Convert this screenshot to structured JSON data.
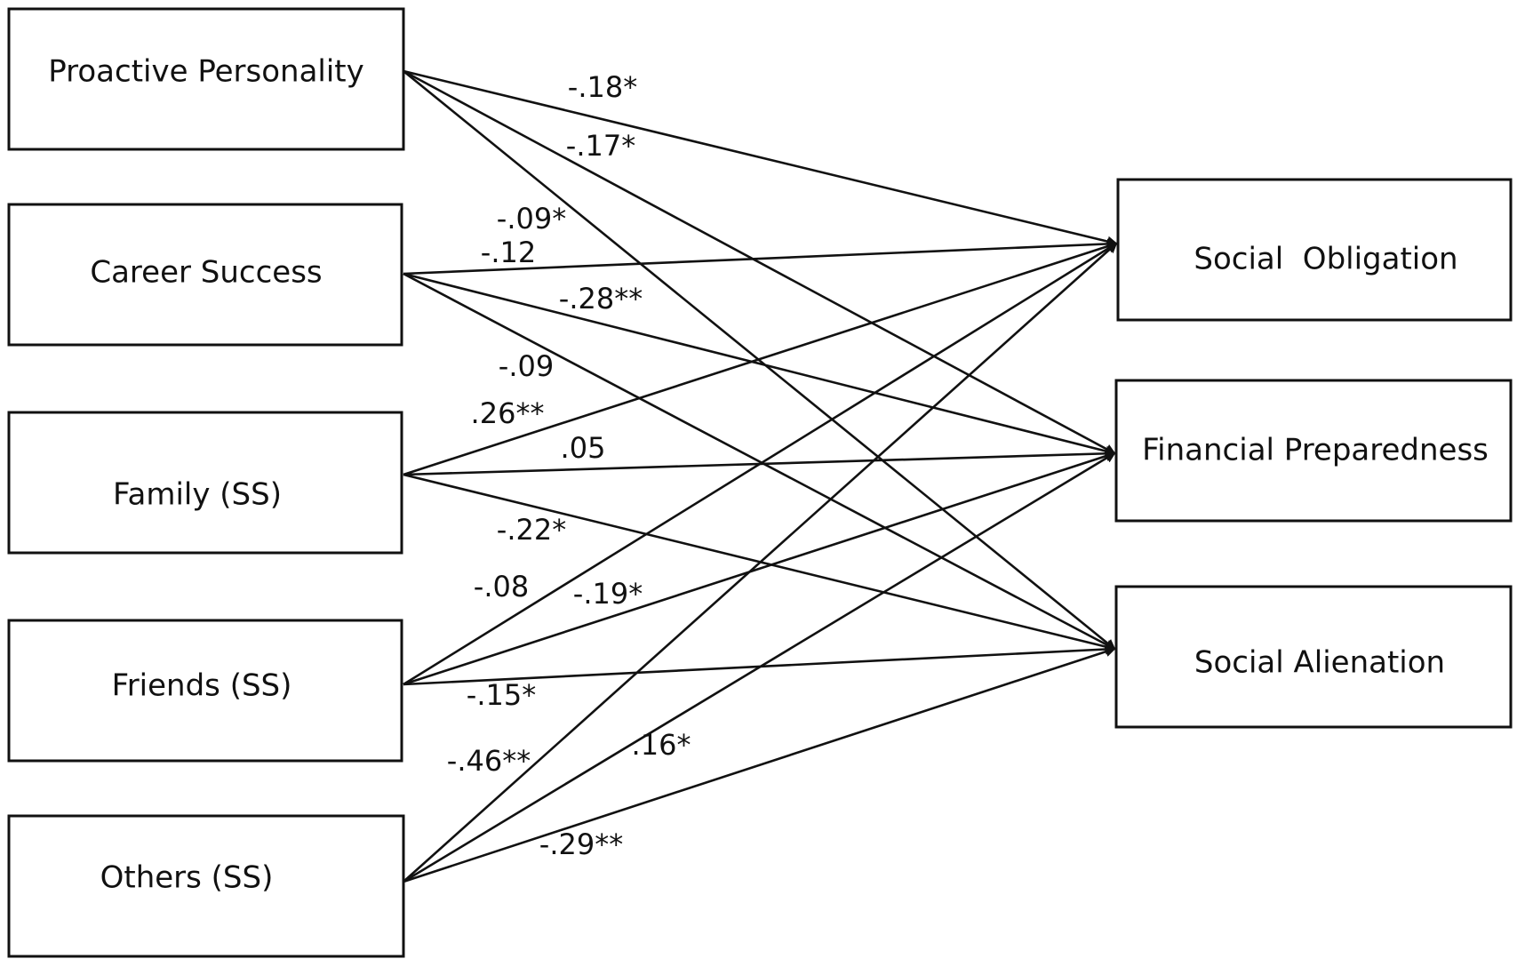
{
  "diagram": {
    "predictors": [
      {
        "id": "pp",
        "label": "Proactive Personality"
      },
      {
        "id": "cs",
        "label": "Career Success"
      },
      {
        "id": "fam",
        "label": "Family (SS)"
      },
      {
        "id": "fr",
        "label": "Friends (SS)"
      },
      {
        "id": "oth",
        "label": "Others (SS)"
      }
    ],
    "outcomes": [
      {
        "id": "so",
        "label": "Social  Obligation"
      },
      {
        "id": "fp",
        "label": "Financial Preparedness"
      },
      {
        "id": "sa",
        "label": "Social Alienation"
      }
    ],
    "paths": [
      {
        "from": "pp",
        "to": "so",
        "coef": "-.18*"
      },
      {
        "from": "pp",
        "to": "fp",
        "coef": "-.17*"
      },
      {
        "from": "pp",
        "to": "sa",
        "coef": "-.09*"
      },
      {
        "from": "cs",
        "to": "so",
        "coef": "-.12"
      },
      {
        "from": "cs",
        "to": "fp",
        "coef": "-.28**"
      },
      {
        "from": "cs",
        "to": "sa",
        "coef": "-.09"
      },
      {
        "from": "fam",
        "to": "so",
        "coef": ".26**"
      },
      {
        "from": "fam",
        "to": "fp",
        "coef": ".05"
      },
      {
        "from": "fam",
        "to": "sa",
        "coef": "-.22*"
      },
      {
        "from": "fr",
        "to": "so",
        "coef": "-.08"
      },
      {
        "from": "fr",
        "to": "fp",
        "coef": "-.19*"
      },
      {
        "from": "fr",
        "to": "sa",
        "coef": "-.15*"
      },
      {
        "from": "oth",
        "to": "so",
        "coef": "-.46**"
      },
      {
        "from": "oth",
        "to": "fp",
        "coef": ".16*"
      },
      {
        "from": "oth",
        "to": "sa",
        "coef": "-.29**"
      }
    ]
  }
}
